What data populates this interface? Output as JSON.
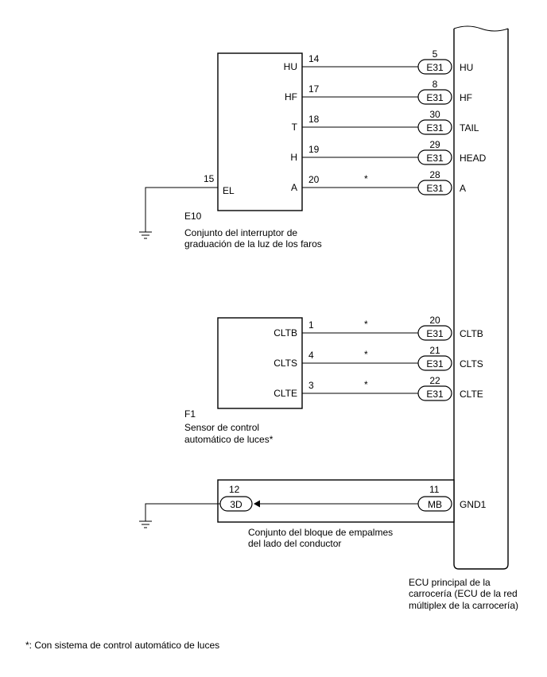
{
  "switch_component": {
    "code": "E10",
    "name_line1": "Conjunto del interruptor de",
    "name_line2": "graduación de la luz de los faros",
    "ground_pin": "15",
    "ground_label": "EL",
    "pins": [
      {
        "label": "HU",
        "pin": "14",
        "ecu_pin": "5",
        "connector": "E31",
        "ecu_label": "HU",
        "note": ""
      },
      {
        "label": "HF",
        "pin": "17",
        "ecu_pin": "8",
        "connector": "E31",
        "ecu_label": "HF",
        "note": ""
      },
      {
        "label": "T",
        "pin": "18",
        "ecu_pin": "30",
        "connector": "E31",
        "ecu_label": "TAIL",
        "note": ""
      },
      {
        "label": "H",
        "pin": "19",
        "ecu_pin": "29",
        "connector": "E31",
        "ecu_label": "HEAD",
        "note": ""
      },
      {
        "label": "A",
        "pin": "20",
        "ecu_pin": "28",
        "connector": "E31",
        "ecu_label": "A",
        "note": "*"
      }
    ]
  },
  "sensor_component": {
    "code": "F1",
    "name_line1": "Sensor de control",
    "name_line2": "automático de luces*",
    "pins": [
      {
        "label": "CLTB",
        "pin": "1",
        "ecu_pin": "20",
        "connector": "E31",
        "ecu_label": "CLTB",
        "note": "*"
      },
      {
        "label": "CLTS",
        "pin": "4",
        "ecu_pin": "21",
        "connector": "E31",
        "ecu_label": "CLTS",
        "note": "*"
      },
      {
        "label": "CLTE",
        "pin": "3",
        "ecu_pin": "22",
        "connector": "E31",
        "ecu_label": "CLTE",
        "note": "*"
      }
    ]
  },
  "junction_block": {
    "name_line1": "Conjunto del bloque de empalmes",
    "name_line2": "del lado del conductor",
    "left_pin": "12",
    "left_connector": "3D",
    "right_pin": "11",
    "right_connector": "MB",
    "ecu_label": "GND1"
  },
  "ecu": {
    "name_line1": "ECU principal de la",
    "name_line2": "carrocería (ECU de la red",
    "name_line3": "múltiplex de la carrocería)"
  },
  "footnote": "*: Con sistema de control automático de luces"
}
